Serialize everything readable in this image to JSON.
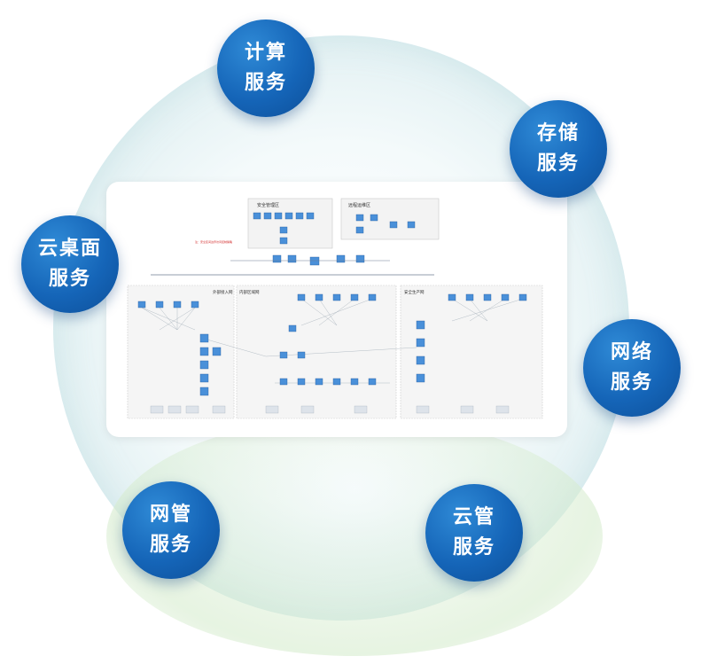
{
  "colors": {
    "bubble": "#1565b8",
    "ring": "#e3f1f3",
    "diagram_line": "#6b7d93"
  },
  "services": {
    "compute": {
      "line1": "计算",
      "line2": "服务",
      "icon": "compute-service"
    },
    "storage": {
      "line1": "存储",
      "line2": "服务",
      "icon": "storage-service"
    },
    "desktop": {
      "line1": "云桌面",
      "line2": "服务",
      "icon": "cloud-desktop-service"
    },
    "network": {
      "line1": "网络",
      "line2": "服务",
      "icon": "network-service"
    },
    "netmgmt": {
      "line1": "网管",
      "line2": "服务",
      "icon": "network-management-service"
    },
    "cloudmgmt": {
      "line1": "云管",
      "line2": "服务",
      "icon": "cloud-management-service"
    }
  },
  "diagram": {
    "zone_security_mgmt": "安全管理区",
    "zone_remote": "远程运维区",
    "zone_external": "外部接入网",
    "zone_internal": "内部区域网",
    "zone_production": "安全生产网"
  }
}
